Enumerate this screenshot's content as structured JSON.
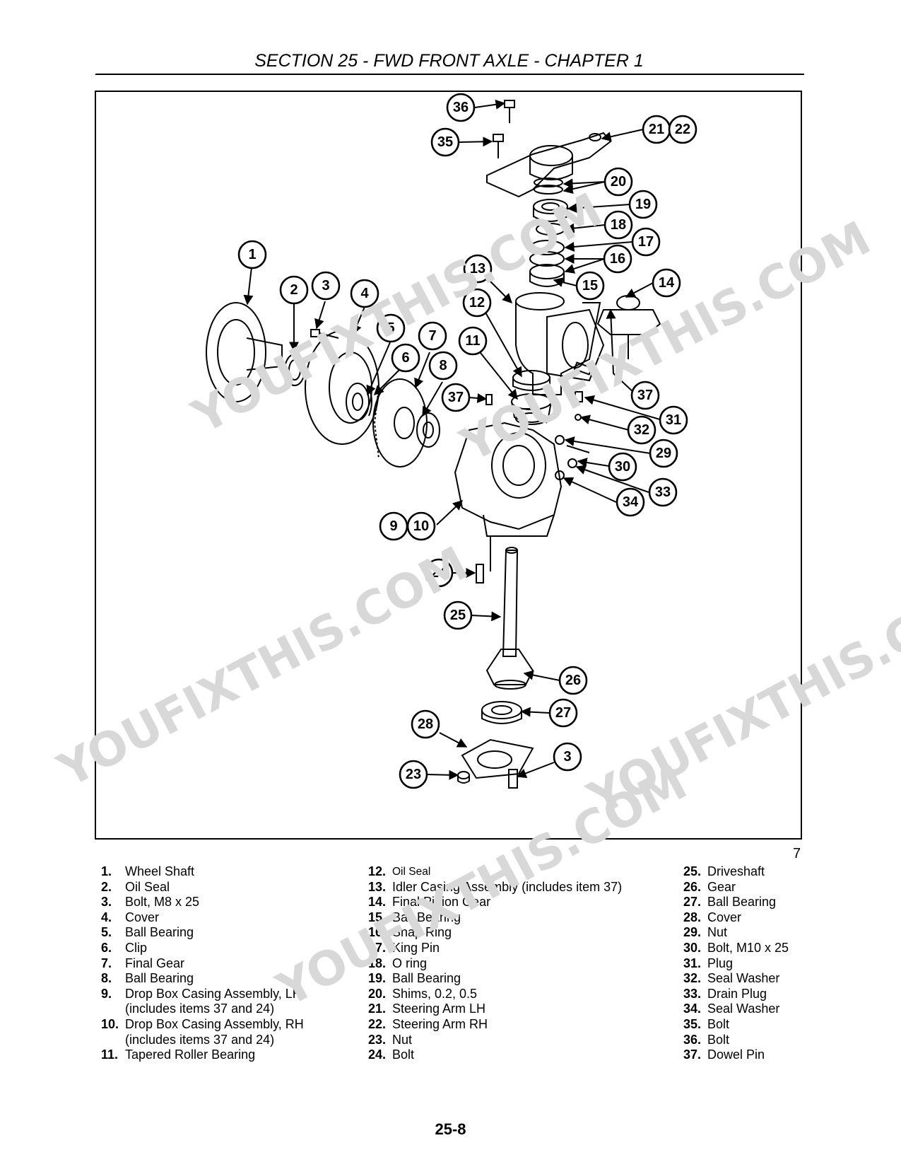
{
  "header": {
    "title": "SECTION 25 - FWD FRONT AXLE - CHAPTER 1"
  },
  "figure": {
    "number": "7"
  },
  "watermark": {
    "text": "YOUFIXTHIS.COM"
  },
  "callouts": [
    "36",
    "35",
    "21",
    "22",
    "20",
    "19",
    "18",
    "17",
    "16",
    "15",
    "14",
    "13",
    "12",
    "11",
    "1",
    "2",
    "3",
    "4",
    "5",
    "6",
    "7",
    "8",
    "37",
    "37",
    "31",
    "32",
    "29",
    "30",
    "33",
    "34",
    "9",
    "10",
    "24",
    "25",
    "26",
    "27",
    "28",
    "23",
    "3"
  ],
  "legend": {
    "col1": [
      {
        "num": "1.",
        "text": "Wheel Shaft"
      },
      {
        "num": "2.",
        "text": "Oil Seal"
      },
      {
        "num": "3.",
        "text": "Bolt, M8 x 25"
      },
      {
        "num": "4.",
        "text": "Cover"
      },
      {
        "num": "5.",
        "text": "Ball Bearing"
      },
      {
        "num": "6.",
        "text": "Clip"
      },
      {
        "num": "7.",
        "text": "Final Gear"
      },
      {
        "num": "8.",
        "text": "Ball Bearing"
      },
      {
        "num": "9.",
        "text": "Drop Box Casing Assembly, LH",
        "text2": "(includes items 37 and 24)"
      },
      {
        "num": "10.",
        "text": "Drop Box Casing Assembly, RH",
        "text2": "(includes items 37 and 24)"
      },
      {
        "num": "11.",
        "text": "Tapered Roller Bearing"
      }
    ],
    "col2": [
      {
        "num": "12.",
        "text": "Oil Seal"
      },
      {
        "num": "13.",
        "text": "Idler Casing Assembly (includes item 37)"
      },
      {
        "num": "14.",
        "text": "Final Pinion Gear"
      },
      {
        "num": "15.",
        "text": "Ball Bearing"
      },
      {
        "num": "16.",
        "text": "Snap Ring"
      },
      {
        "num": "17.",
        "text": "King Pin"
      },
      {
        "num": "18.",
        "text": "O ring"
      },
      {
        "num": "19.",
        "text": "Ball Bearing"
      },
      {
        "num": "20.",
        "text": "Shims, 0.2, 0.5"
      },
      {
        "num": "21.",
        "text": "Steering Arm LH"
      },
      {
        "num": "22.",
        "text": "Steering Arm RH"
      },
      {
        "num": "23.",
        "text": "Nut"
      },
      {
        "num": "24.",
        "text": "Bolt"
      }
    ],
    "col3": [
      {
        "num": "25.",
        "text": "Driveshaft"
      },
      {
        "num": "26.",
        "text": "Gear"
      },
      {
        "num": "27.",
        "text": "Ball Bearing"
      },
      {
        "num": "28.",
        "text": "Cover"
      },
      {
        "num": "29.",
        "text": "Nut"
      },
      {
        "num": "30.",
        "text": "Bolt, M10 x 25"
      },
      {
        "num": "31.",
        "text": "Plug"
      },
      {
        "num": "32.",
        "text": "Seal Washer"
      },
      {
        "num": "33.",
        "text": "Drain Plug"
      },
      {
        "num": "34.",
        "text": "Seal Washer"
      },
      {
        "num": "35.",
        "text": "Bolt"
      },
      {
        "num": "36.",
        "text": "Bolt"
      },
      {
        "num": "37.",
        "text": "Dowel Pin"
      }
    ]
  },
  "footer": {
    "page": "25-8"
  }
}
